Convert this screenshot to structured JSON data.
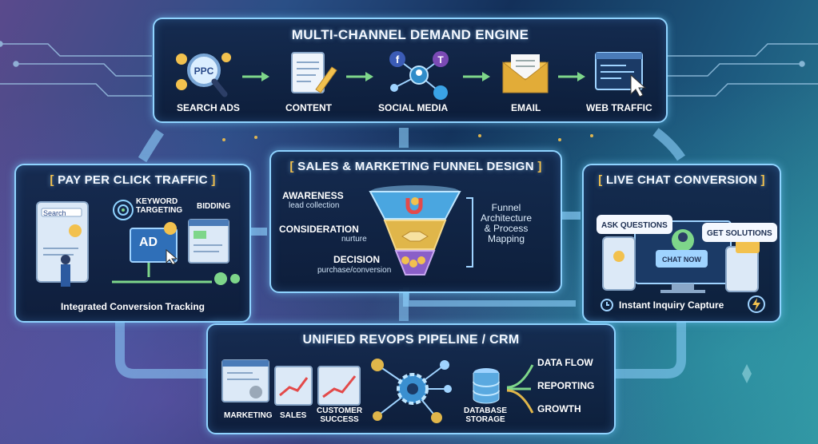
{
  "top": {
    "title": "MULTI-CHANNEL DEMAND ENGINE",
    "channels": [
      {
        "label": "SEARCH ADS",
        "icon": "magnifier-ppc-icon",
        "badge": "PPC"
      },
      {
        "label": "CONTENT",
        "icon": "document-pen-icon"
      },
      {
        "label": "SOCIAL MEDIA",
        "icon": "social-network-icon"
      },
      {
        "label": "EMAIL",
        "icon": "envelope-icon"
      },
      {
        "label": "WEB TRAFFIC",
        "icon": "browser-cursor-icon"
      }
    ]
  },
  "ppc": {
    "title": "PAY PER CLICK TRAFFIC",
    "search": "Search",
    "keyword": "KEYWORD\nTARGETING",
    "bidding": "BIDDING",
    "ad": "AD",
    "footer": "Integrated Conversion Tracking"
  },
  "funnel": {
    "title": "SALES & MARKETING FUNNEL DESIGN",
    "stages": [
      {
        "name": "AWARENESS",
        "sub": "lead collection"
      },
      {
        "name": "CONSIDERATION",
        "sub": "nurture"
      },
      {
        "name": "DECISION",
        "sub": "purchase/conversion"
      }
    ],
    "side": "Funnel\nArchitecture\n& Process\nMapping"
  },
  "chat": {
    "title": "LIVE CHAT CONVERSION",
    "ask": "ASK QUESTIONS",
    "solutions": "GET SOLUTIONS",
    "chat_now": "CHAT NOW",
    "footer": "Instant Inquiry Capture"
  },
  "crm": {
    "title": "UNIFIED REVOPS PIPELINE / CRM",
    "teams": [
      "MARKETING",
      "SALES",
      "CUSTOMER\nSUCCESS"
    ],
    "storage": "DATABASE\nSTORAGE",
    "outputs": [
      "DATA FLOW",
      "REPORTING",
      "GROWTH"
    ]
  },
  "colors": {
    "accent": "#8fd3ff",
    "gold": "#f2c14e",
    "green": "#7ed68a"
  }
}
